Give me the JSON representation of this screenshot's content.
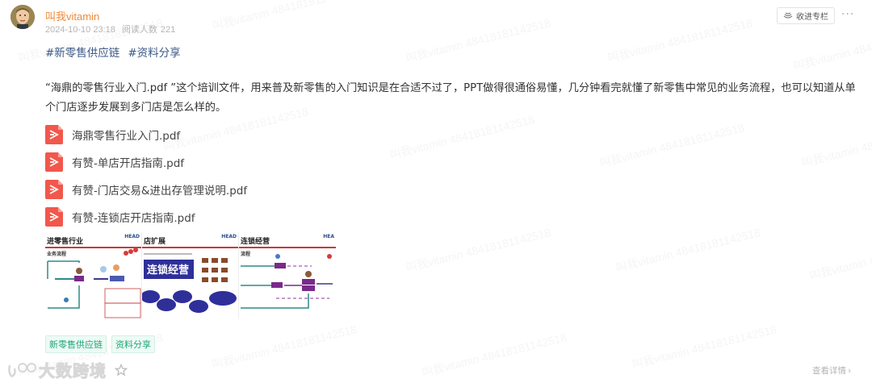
{
  "author": {
    "name": "叫我vitamin",
    "date": "2024-10-10 23:18",
    "reads_label": "阅读人数",
    "reads_count": "221"
  },
  "header_actions": {
    "collect_label": "收进专栏",
    "more_label": "···"
  },
  "hashtags": [
    "#新零售供应链",
    "#资料分享"
  ],
  "body": {
    "text": "“海鼎的零售行业入门.pdf ”这个培训文件，用来普及新零售的入门知识是在合适不过了，PPT做得很通俗易懂，几分钟看完就懂了新零售中常见的业务流程，也可以知道从单个门店逐步发展到多门店是怎么样的。"
  },
  "files": [
    {
      "name": "海鼎零售行业入门.pdf",
      "icon": "pdf-icon"
    },
    {
      "name": "有赞-单店开店指南.pdf",
      "icon": "pdf-icon"
    },
    {
      "name": "有赞-门店交易&进出存管理说明.pdf",
      "icon": "pdf-icon"
    },
    {
      "name": "有赞-连锁店开店指南.pdf",
      "icon": "pdf-icon"
    }
  ],
  "thumbnails": [
    {
      "title": "进零售行业",
      "subtitle": "业务流程",
      "logo": "HEAD"
    },
    {
      "title": "店扩展",
      "subtitle": "连锁经营",
      "logo": "HEAD"
    },
    {
      "title": "连锁经营",
      "subtitle": "流程",
      "logo": "HEA"
    }
  ],
  "tags": [
    "新零售供应链",
    "资料分享"
  ],
  "footer": {
    "brand": "大数跨境",
    "detail_label": "查看详情",
    "detail_chevron": "›"
  },
  "watermark": "叫我vitamin 48418181142518",
  "colors": {
    "author": "#f08a3a",
    "hashtag": "#3b5a86",
    "tag_text": "#1fa679",
    "tag_bg": "#eefaf5",
    "pdf_icon": "#f2574c"
  }
}
